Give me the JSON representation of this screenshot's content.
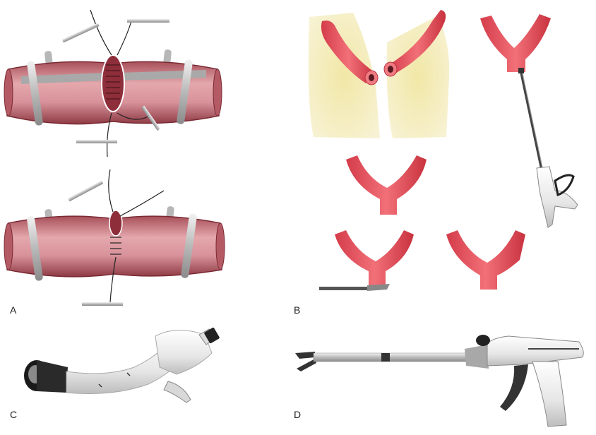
{
  "panels": [
    {
      "id": "A",
      "label": "A"
    },
    {
      "id": "B",
      "label": "B"
    },
    {
      "id": "C",
      "label": "C"
    },
    {
      "id": "D",
      "label": "D"
    }
  ],
  "colors": {
    "bowel_tissue": "#c8747c",
    "bowel_edge": "#7a2a34",
    "vessel": "#e8525e",
    "vessel_dark": "#b8323e",
    "fat": "#eee4a2",
    "clip_steel": "#c9c9c9",
    "device_body": "#efefef",
    "device_dark": "#2a2a2a"
  },
  "icons": [
    "needle-holder-icon",
    "suture-icon",
    "stay-suture-clamp-icon",
    "vessel-bifurcation-icon",
    "clip-applier-icon",
    "circular-stapler-icon",
    "linear-stapler-icon"
  ]
}
